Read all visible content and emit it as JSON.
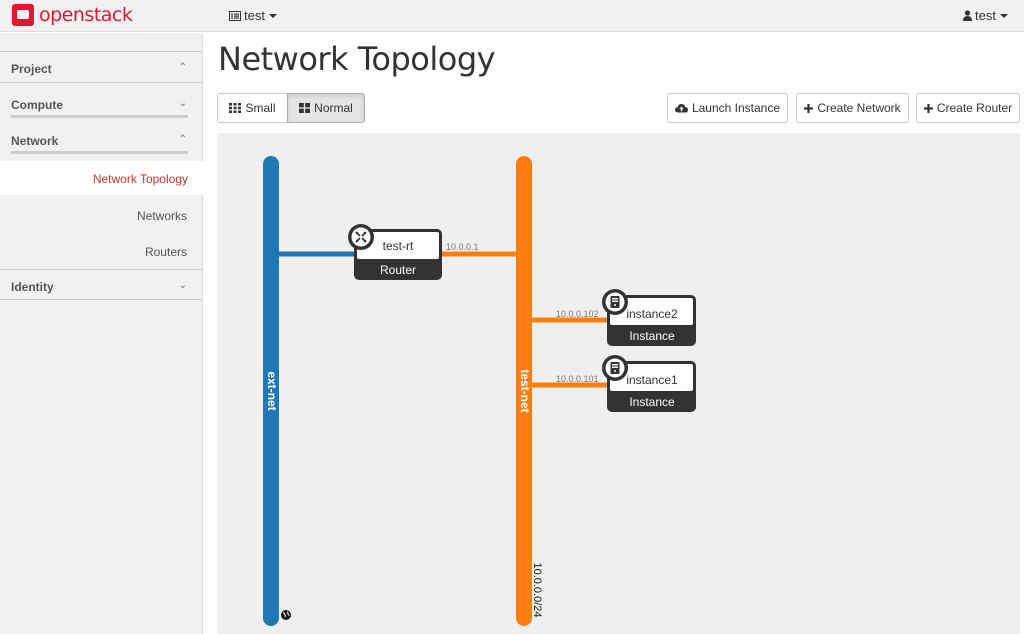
{
  "brand": {
    "name": "openstack"
  },
  "navbar": {
    "project": "test",
    "user": "test"
  },
  "sidebar": {
    "sections": {
      "project": "Project",
      "compute": "Compute",
      "network": "Network",
      "identity": "Identity"
    },
    "network_items": [
      "Network Topology",
      "Networks",
      "Routers"
    ]
  },
  "page": {
    "title": "Network Topology",
    "view_toggle": {
      "small": "Small",
      "normal": "Normal",
      "selected": "Normal"
    },
    "actions": {
      "launch_instance": "Launch Instance",
      "create_network": "Create Network",
      "create_router": "Create Router"
    }
  },
  "topology": {
    "networks": [
      {
        "name": "ext-net",
        "color": "#1f77b4",
        "external": true
      },
      {
        "name": "test-net",
        "color": "#ff7f0e",
        "cidr": "10.0.0.0/24"
      }
    ],
    "router": {
      "name": "test-rt",
      "type": "Router",
      "ip": "10.0.0.1"
    },
    "instances": [
      {
        "name": "instance2",
        "type": "Instance",
        "ip": "10.0.0.102"
      },
      {
        "name": "instance1",
        "type": "Instance",
        "ip": "10.0.0.101"
      }
    ]
  }
}
